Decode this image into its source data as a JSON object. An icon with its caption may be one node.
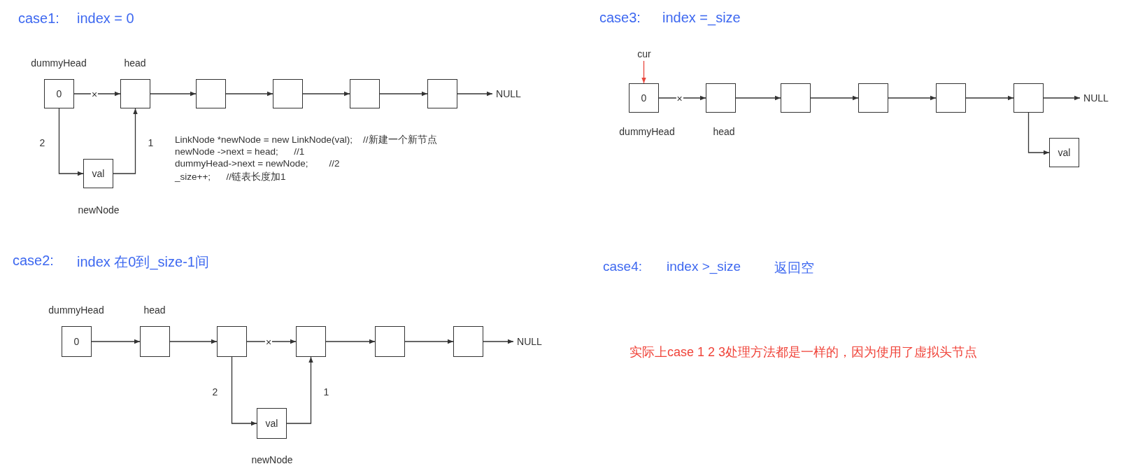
{
  "diagram": {
    "nodes": [
      {
        "text": [
          "0"
        ],
        "beside": [
          "dummyHead"
        ]
      },
      {
        "text": [],
        "shape": "box",
        "beside": [
          "head"
        ]
      },
      {
        "text": [],
        "shape": "box"
      },
      {
        "text": [],
        "shape": "box"
      },
      {
        "text": [],
        "shape": "box"
      },
      {
        "text": [],
        "shape": "box"
      },
      {
        "text": [
          "NULL"
        ]
      },
      {
        "text": [
          "val"
        ],
        "beside": [
          "newNode"
        ]
      },
      {
        "text": [
          "cur"
        ]
      },
      {
        "text": [
          "0"
        ],
        "beside": [
          "dummyHead"
        ]
      },
      {
        "text": [],
        "shape": "box",
        "beside": [
          "head"
        ]
      },
      {
        "text": [],
        "shape": "box"
      },
      {
        "text": [],
        "shape": "box"
      },
      {
        "text": [],
        "shape": "box"
      },
      {
        "text": [],
        "shape": "box"
      },
      {
        "text": [
          "NULL"
        ]
      },
      {
        "text": [
          "val"
        ]
      },
      {
        "text": [
          "0"
        ],
        "beside": [
          "dummyHead"
        ]
      },
      {
        "text": [],
        "shape": "box",
        "beside": [
          "head"
        ]
      },
      {
        "text": [],
        "shape": "box"
      },
      {
        "text": [],
        "shape": "box"
      },
      {
        "text": [],
        "shape": "box"
      },
      {
        "text": [],
        "shape": "box"
      },
      {
        "text": [
          "NULL"
        ]
      },
      {
        "text": [
          "val"
        ],
        "beside": [
          "newNode"
        ]
      }
    ],
    "edges": [
      {
        "from": 0,
        "to": 1,
        "arrow": "to",
        "label": "×"
      },
      {
        "from": 1,
        "to": 2,
        "arrow": "to"
      },
      {
        "from": 2,
        "to": 3,
        "arrow": "to"
      },
      {
        "from": 3,
        "to": 4,
        "arrow": "to"
      },
      {
        "from": 4,
        "to": 5,
        "arrow": "to"
      },
      {
        "from": 5,
        "to": 6,
        "arrow": "to"
      },
      {
        "from": 0,
        "to": 7,
        "arrow": "to",
        "label": "2"
      },
      {
        "from": 7,
        "to": 1,
        "arrow": "to",
        "label": "1"
      },
      {
        "from": 8,
        "to": 9,
        "arrow": "to",
        "color": "#e8473d"
      },
      {
        "from": 9,
        "to": 10,
        "arrow": "to",
        "label": "×"
      },
      {
        "from": 10,
        "to": 11,
        "arrow": "to"
      },
      {
        "from": 11,
        "to": 12,
        "arrow": "to"
      },
      {
        "from": 12,
        "to": 13,
        "arrow": "to"
      },
      {
        "from": 13,
        "to": 14,
        "arrow": "to"
      },
      {
        "from": 14,
        "to": 15,
        "arrow": "to"
      },
      {
        "from": 14,
        "to": 16,
        "arrow": "to"
      },
      {
        "from": 17,
        "to": 18,
        "arrow": "to"
      },
      {
        "from": 18,
        "to": 19,
        "arrow": "to"
      },
      {
        "from": 19,
        "to": 20,
        "arrow": "to",
        "label": "×"
      },
      {
        "from": 20,
        "to": 21,
        "arrow": "to"
      },
      {
        "from": 21,
        "to": 22,
        "arrow": "to"
      },
      {
        "from": 22,
        "to": 23,
        "arrow": "to"
      },
      {
        "from": 19,
        "to": 24,
        "arrow": "to",
        "label": "2"
      },
      {
        "from": 24,
        "to": 20,
        "arrow": "to",
        "label": "1"
      }
    ],
    "labels": [
      "case1:",
      "index = 0",
      "LinkNode *newNode = new LinkNode(val);    //新建一个新节点",
      "newNode ->next = head;      //1",
      "dummyHead->next = newNode;        //2",
      "_size++;      //链表长度加1",
      "case3:",
      "index =_size",
      "case2:",
      "index 在0到_size-1间",
      "case4:",
      "index >_size",
      "返回空",
      "实际上case 1 2 3处理方法都是一样的，因为使用了虚拟头节点"
    ]
  }
}
